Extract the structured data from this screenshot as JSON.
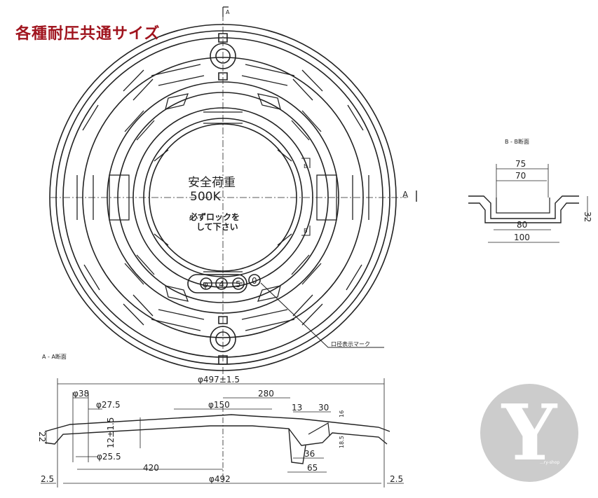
{
  "title": "各種耐圧共通サイズ",
  "plan": {
    "section_mark": "A",
    "load_line1": "安全荷重",
    "load_line2": "500K",
    "lock_line1": "必ずロックを",
    "lock_line2": "して下さい",
    "size_marks": [
      "φ",
      "4",
      "5",
      "0"
    ],
    "b_mark": "B",
    "size_callout": "口径表示マーク"
  },
  "section_bb": {
    "title": "B - B断面",
    "dims": {
      "top75": "75",
      "top70": "70",
      "height32": "32",
      "bot80": "80",
      "bot100": "100"
    }
  },
  "section_aa": {
    "title": "A - A断面",
    "dims": {
      "d497": "φ497±1.5",
      "d38": "φ38",
      "d275": "φ27.5",
      "d150": "φ150",
      "d280": "280",
      "d13": "13",
      "d30": "30",
      "d22": "22",
      "d12": "12±1.5",
      "d255": "φ25.5",
      "d420": "420",
      "d36": "36",
      "d65": "65",
      "d492": "φ492",
      "d25l": "2.5",
      "d25r": "2.5",
      "d16": "16",
      "d18": "18.5"
    }
  },
  "logo": {
    "letter": "Y",
    "sub": "...ry-shop",
    "color": "#c9c9c9"
  }
}
